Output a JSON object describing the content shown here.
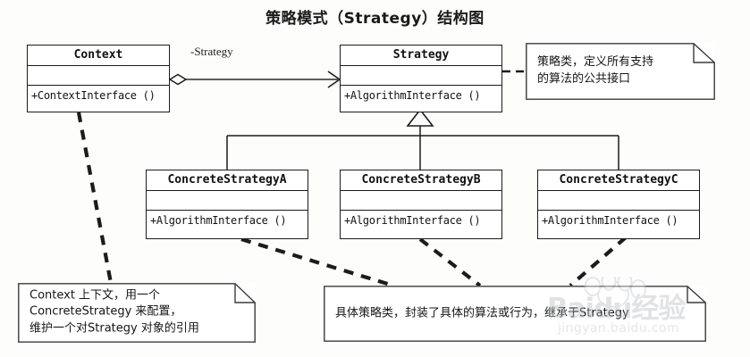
{
  "title": "策略模式（Strategy）结构图",
  "classes": [
    {
      "id": "context",
      "name": "Context",
      "attributes": "",
      "operations": "+ContextInterface ()"
    },
    {
      "id": "strategy",
      "name": "Strategy",
      "attributes": "",
      "operations": "+AlgorithmInterface ()"
    },
    {
      "id": "concrete-a",
      "name": "ConcreteStrategyA",
      "attributes": "",
      "operations": "+AlgorithmInterface ()"
    },
    {
      "id": "concrete-b",
      "name": "ConcreteStrategyB",
      "attributes": "",
      "operations": "+AlgorithmInterface ()"
    },
    {
      "id": "concrete-c",
      "name": "ConcreteStrategyC",
      "attributes": "",
      "operations": "+AlgorithmInterface ()"
    }
  ],
  "edges": {
    "association_label": "-Strategy"
  },
  "notes": {
    "strategy_note": {
      "lines": [
        "策略类，定义所有支持",
        "的算法的公共接口"
      ]
    },
    "context_note": {
      "lines": [
        "Context 上下文，用一个",
        "ConcreteStrategy 来配置，",
        "维护一个对Strategy 对象的引用"
      ]
    },
    "concrete_note": {
      "lines": [
        "具体策略类，封装了具体的算法或行为，继承于Strategy"
      ]
    }
  },
  "watermark": {
    "main": "Baidu经验",
    "sub": "jingyan.baidu.com"
  },
  "colors": {
    "stroke": "#1c1c1c",
    "background": "#fdfdfc",
    "text": "#111111",
    "watermark": "#b9bcc0"
  }
}
